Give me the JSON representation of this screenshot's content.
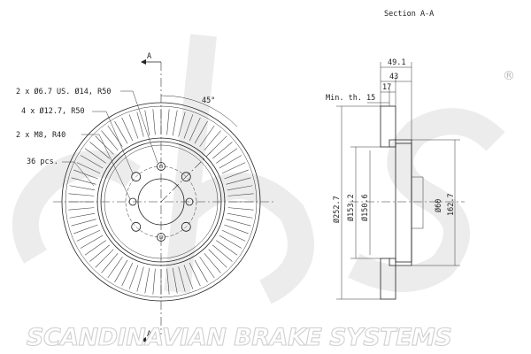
{
  "labels": {
    "section_title": "Section A-A",
    "section_marker_top": "A",
    "section_marker_bottom": "A",
    "angle": "45°",
    "holes_small": "2 x Ø6.7 US. Ø14, R50",
    "holes_bolt": "4 x Ø12.7, R50",
    "holes_thread": "2 x M8, R40",
    "vents": "36 pcs.",
    "min_thickness": "Min. th. 15"
  },
  "dimensions": {
    "overall_width": "49.1",
    "hat_height": "43",
    "disc_thickness": "17",
    "outer_diameter": "Ø252.7",
    "hat_diameter": "Ø153.2",
    "hat_inner_diameter": "Ø150.6",
    "center_bore": "Ø60",
    "hat_depth": "162.7"
  },
  "brand": {
    "name": "SCANDINAVIAN BRAKE SYSTEMS",
    "logo": "sbs",
    "registered": "®"
  }
}
